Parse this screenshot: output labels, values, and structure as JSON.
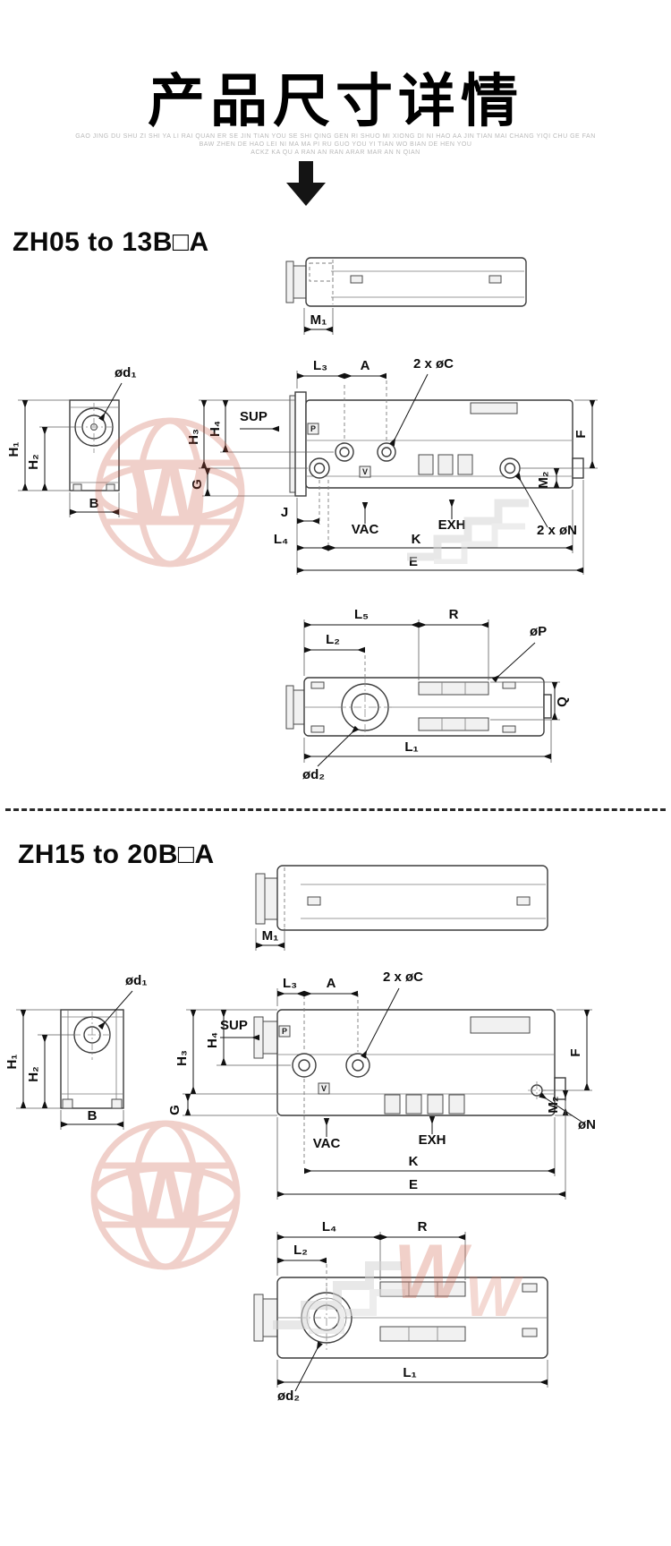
{
  "page": {
    "title": "产品尺寸详情",
    "subtitle_line1": "GAO JING DU SHU ZI SHI YA LI RAI QUAN ER SE JIN TIAN YOU SE SHI QING GEN RI SHUO MI XIONG DI NI HAO AA JIN TIAN MAI CHANG YIQI CHU GE FAN",
    "subtitle_line2": "BAW ZHEN DE HAO LEI NI MA MA PI RU GUO YOU YI TIAN WO BIAN DE HEN YOU",
    "subtitle_line3": "ACKZ KA QU A RAN AN RAN ARAR MAR AN N QIAN"
  },
  "sections": {
    "zh05": {
      "title": "ZH05 to 13B□A",
      "labels": {
        "m1": "M₁",
        "od1": "ød₁",
        "h1": "H₁",
        "h2": "H₂",
        "b": "B",
        "l3": "L₃",
        "a": "A",
        "c": "2 x øC",
        "h4": "H₄",
        "sup": "SUP",
        "h3": "H₃",
        "g": "G",
        "j": "J",
        "l4": "L₄",
        "vac": "VAC",
        "exh": "EXH",
        "k": "K",
        "e": "E",
        "f": "F",
        "m2": "M₂",
        "n": "2 x øN",
        "p_port": "P",
        "v_port": "V",
        "l5": "L₅",
        "r": "R",
        "l2": "L₂",
        "op": "øP",
        "q": "Q",
        "l1": "L₁",
        "od2": "ød₂"
      }
    },
    "zh15": {
      "title": "ZH15 to 20B□A",
      "labels": {
        "m1": "M₁",
        "od1": "ød₁",
        "h1": "H₁",
        "h2": "H₂",
        "b": "B",
        "l3": "L₃",
        "a": "A",
        "c": "2 x øC",
        "sup": "SUP",
        "h4": "H₄",
        "h3": "H₃",
        "g": "G",
        "vac": "VAC",
        "exh": "EXH",
        "k": "K",
        "e": "E",
        "f": "F",
        "m2": "M₂",
        "n": "øN",
        "p_port": "P",
        "v_port": "V",
        "l4": "L₄",
        "r": "R",
        "l2": "L₂",
        "l1": "L₁",
        "od2": "ød₂"
      }
    }
  },
  "watermark": {
    "letter": "W"
  }
}
